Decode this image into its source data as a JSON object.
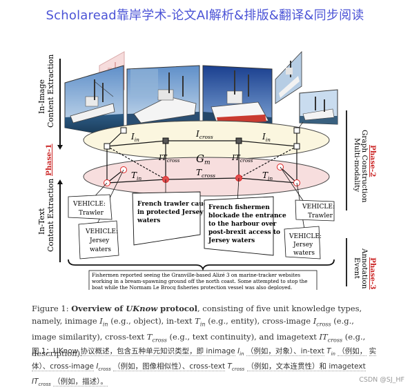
{
  "banner": "Scholaread靠岸学术-论文AI解析&排版&翻译&同步阅读",
  "figure": {
    "left_labels": {
      "inimage_1": "In-Image",
      "inimage_2": "Content Extraction",
      "intext_1": "In-Text",
      "intext_2": "Content Extraction",
      "phase1": "Phase-1"
    },
    "right_labels": {
      "graph_1": "Multi-modality",
      "graph_2": "Graph Construction",
      "phase2": "Phase-2",
      "event_1": "Event",
      "event_2": "Annotation",
      "phase3": "Phase-3"
    },
    "graph": {
      "I_in_left": "I",
      "I_in_left_sub": "in",
      "I_cross": "I",
      "I_cross_sub": "cross",
      "I_in_right": "I",
      "I_in_right_sub": "in",
      "IT_left": "IT",
      "IT_left_sub": "cross",
      "G_m": "G",
      "G_m_sub": "m",
      "IT_right": "IT",
      "IT_right_sub": "cross",
      "T_in_left": "T",
      "T_in_left_sub": "in",
      "T_cross": "T",
      "T_cross_sub": "cross",
      "T_in_right": "T",
      "T_in_right_sub": "in"
    },
    "text_boxes": {
      "vehicle_trawler_l1": "VEHICLE:",
      "vehicle_trawler_l2": "Trawler",
      "vehicle_jersey_l1": "VEHICLE:",
      "vehicle_jersey_l2": "Jersey",
      "vehicle_jersey_l3": "waters",
      "french_trawler": [
        "French trawler caught",
        "in protected Jersey",
        "waters"
      ],
      "french_fishermen": [
        "French fishermen",
        "blockade the entrance",
        "to the harbour over",
        "post-brexit access to",
        "Jersey waters"
      ],
      "vehicle_trawler_r_l1": "VEHICLE:",
      "vehicle_trawler_r_l2": "Trawler",
      "vehicle_jersey_r_l1": "VEHICLE:",
      "vehicle_jersey_r_l2": "Jersey",
      "vehicle_jersey_r_l3": "waters",
      "event_text": [
        "Fishermen reported seeing the Granville-based Alizé 3 on marine-tracker websites",
        "working in a bream-spawning ground off the north coast. Some attempted to stop the",
        "boat while the Normam Le Brocq fisheries protection vessel was also deployed."
      ]
    }
  },
  "caption": {
    "prefix": "Figure 1: ",
    "bold_part": "Overview of ",
    "bold_italic": "UKnow",
    "bold_after": " protocol",
    "rest1": ", consisting of five unit knowledge types, namely, inimage",
    "line2": "(e.g., object), in-text",
    "line2b": "(e.g., entity), cross-image",
    "line2c": "(e.g., image similarity), cross-text",
    "line3": "(e.g., text continuity), and imagetext",
    "line3b": "(e.g., description)."
  },
  "cn_caption": {
    "text1": "图 1：UKnow 协议概述，包含五种单元知识类型，即 inimage",
    "text2": "（例如，对象）、in-text",
    "text3": "（例如，",
    "text4": "实体）、cross-image",
    "text5": "（例如，图像相似性）、cross-text",
    "text6": "（例如，文本连贯性）和 imagetext",
    "text7": "（例如，描述）。"
  },
  "watermark": "CSDN @SJ_HF",
  "colors": {
    "banner": "#4b53d6",
    "phase_red": "#cc2a2a",
    "ellipse_top": "#fbf6df",
    "ellipse_bottom": "#f6dede"
  }
}
